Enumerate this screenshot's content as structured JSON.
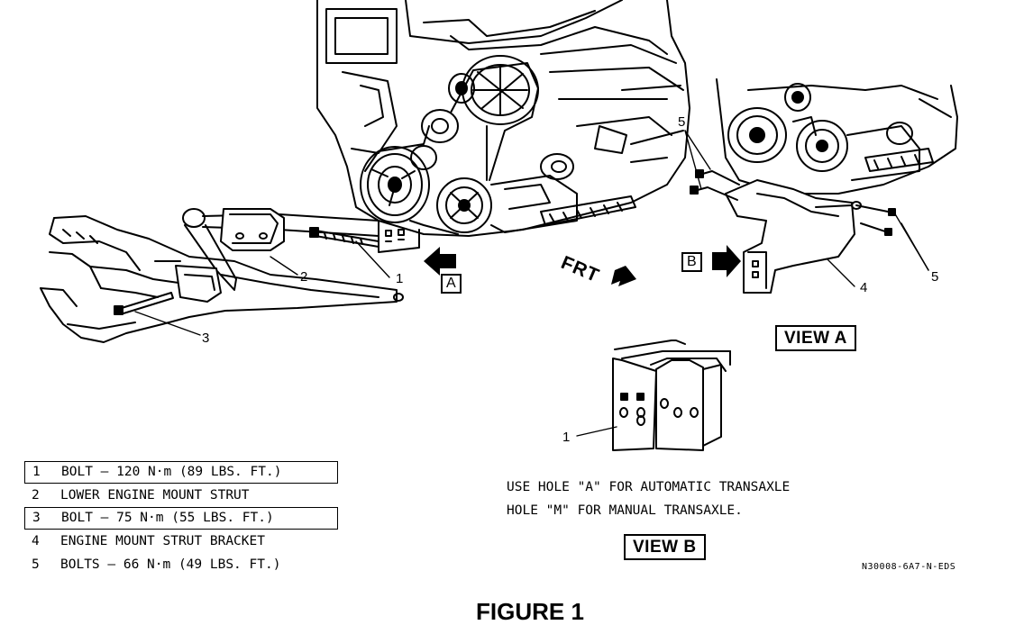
{
  "callouts": {
    "c1": "1",
    "c2": "2",
    "c3": "3",
    "c4": "4",
    "c5_top": "5",
    "c5_right": "5",
    "c1_view_b": "1"
  },
  "arrow_labels": {
    "a": "A",
    "b": "B",
    "frt": "FRT"
  },
  "views": {
    "view_a": "VIEW A",
    "view_b": "VIEW B"
  },
  "legend": [
    {
      "num": "1",
      "text": "BOLT – 120 N·m (89 LBS. FT.)",
      "boxed": true
    },
    {
      "num": "2",
      "text": "LOWER ENGINE MOUNT STRUT",
      "boxed": false
    },
    {
      "num": "3",
      "text": "BOLT – 75 N·m (55 LBS. FT.)",
      "boxed": true
    },
    {
      "num": "4",
      "text": "ENGINE MOUNT STRUT BRACKET",
      "boxed": false
    },
    {
      "num": "5",
      "text": "BOLTS – 66 N·m (49 LBS. FT.)",
      "boxed": false
    }
  ],
  "note": {
    "line1": "USE HOLE \"A\" FOR AUTOMATIC TRANSAXLE",
    "line2": "HOLE \"M\" FOR MANUAL TRANSAXLE."
  },
  "drawing_code": "N30008-6A7-N-EDS",
  "figure_title": "FIGURE 1"
}
